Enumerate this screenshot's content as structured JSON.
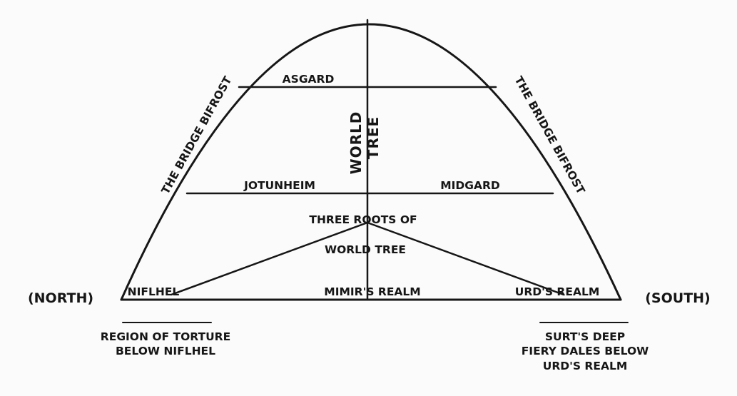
{
  "diagram": {
    "north": "(NORTH)",
    "south": "(SOUTH)",
    "bridge_left": "THE BRIDGE BIFROST",
    "bridge_right": "THE BRIDGE BIFROST",
    "asgard": "ASGARD",
    "world_tree_1": "WORLD",
    "world_tree_2": "TREE",
    "jotunheim": "JOTUNHEIM",
    "midgard": "MIDGARD",
    "roots_1": "THREE ROOTS OF",
    "roots_2": "WORLD TREE",
    "niflhel": "NIFLHEL",
    "mimir": "MIMIR'S REALM",
    "urd": "URD'S REALM",
    "torture_1": "REGION OF TORTURE",
    "torture_2": "BELOW NIFLHEL",
    "surt_1": "SURT'S DEEP",
    "surt_2": "FIERY DALES BELOW",
    "surt_3": "URD'S REALM"
  }
}
